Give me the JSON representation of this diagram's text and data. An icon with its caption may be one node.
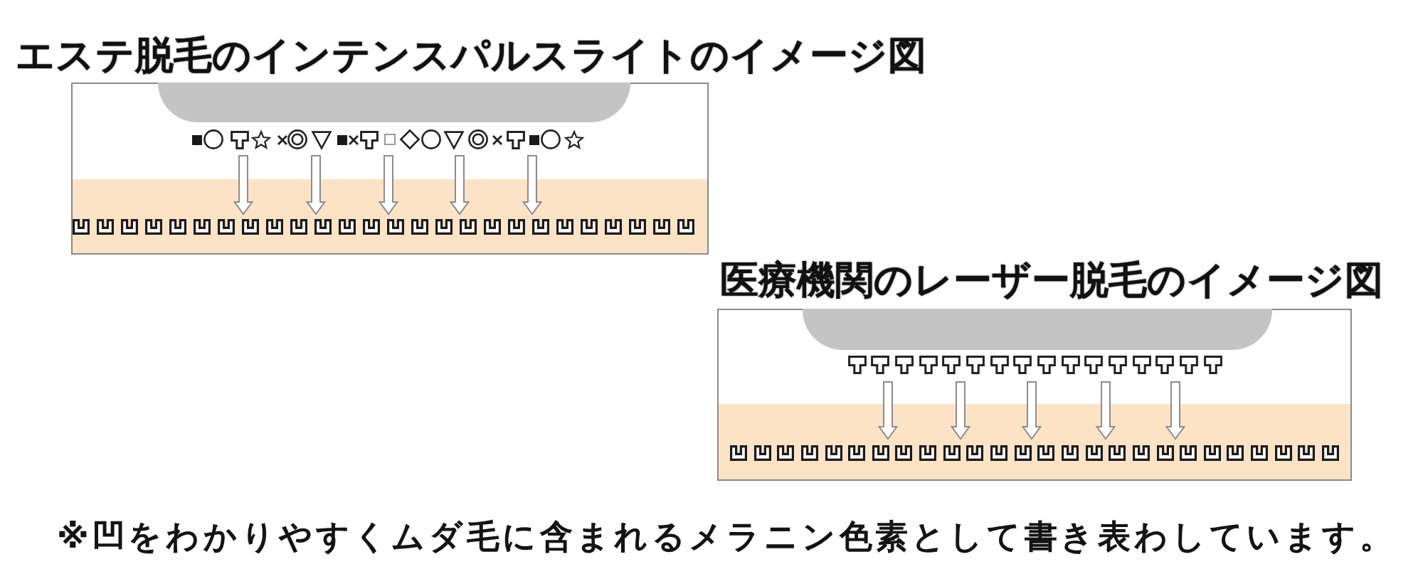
{
  "diagram": {
    "nodes": [
      {
        "text": [
          "エステ脱毛のインテンスパルスライトのイメージ図"
        ]
      },
      {
        "text": [],
        "shape": "box",
        "in": 0
      },
      {
        "text": [
          "医療機関のレーザー脱毛のイメージ図"
        ]
      },
      {
        "text": [],
        "shape": "box",
        "in": 2
      }
    ],
    "caption": "※凹をわかりやすくムダ毛に含まれるメラニン色素として書き表わしています。"
  }
}
